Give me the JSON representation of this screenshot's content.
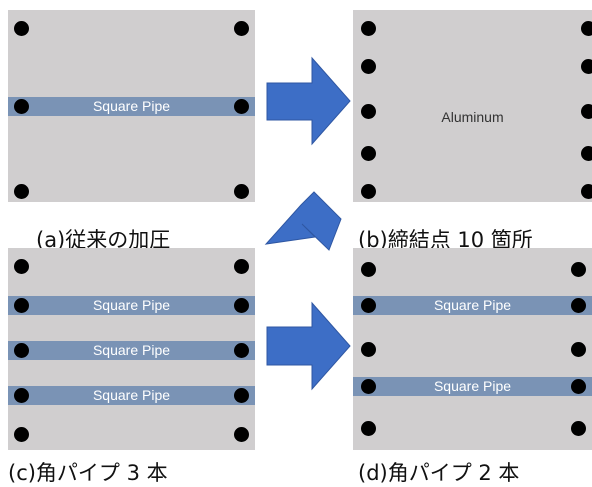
{
  "panels": {
    "a": {
      "caption": "(a)従来の加圧",
      "pipes": [
        "Square Pipe"
      ]
    },
    "b": {
      "caption": "(b)締結点 10 箇所",
      "material": "Aluminum"
    },
    "c": {
      "caption": "(c)角パイプ 3 本",
      "pipes": [
        "Square Pipe",
        "Square Pipe",
        "Square Pipe"
      ]
    },
    "d": {
      "caption": "(d)角パイプ 2 本",
      "pipes": [
        "Square Pipe",
        "Square Pipe"
      ]
    }
  },
  "colors": {
    "plate": "#d0cecf",
    "pipe": "#7a93b5",
    "arrow": "#3d6ec6",
    "dot": "#000000"
  },
  "arrows": [
    "arrow-a-to-b",
    "arrow-b-to-c",
    "arrow-c-to-d"
  ]
}
